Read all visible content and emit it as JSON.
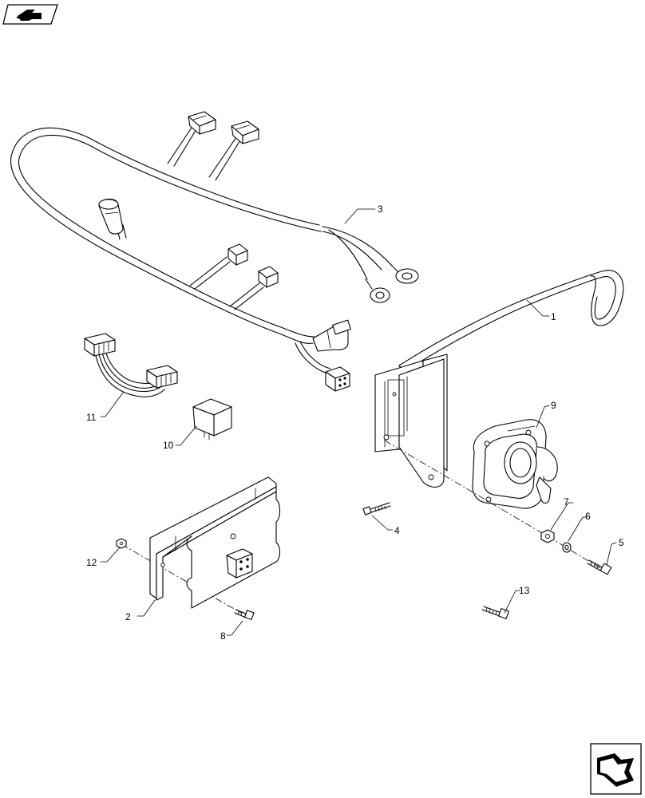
{
  "diagram": {
    "callouts": [
      {
        "id": "1",
        "label": "1"
      },
      {
        "id": "2",
        "label": "2"
      },
      {
        "id": "3",
        "label": "3"
      },
      {
        "id": "4",
        "label": "4"
      },
      {
        "id": "5",
        "label": "5"
      },
      {
        "id": "6",
        "label": "6"
      },
      {
        "id": "7",
        "label": "7"
      },
      {
        "id": "8",
        "label": "8"
      },
      {
        "id": "9",
        "label": "9"
      },
      {
        "id": "10",
        "label": "10"
      },
      {
        "id": "11",
        "label": "11"
      },
      {
        "id": "12",
        "label": "12"
      },
      {
        "id": "13",
        "label": "13"
      }
    ]
  },
  "nav": {
    "prev_icon": "back-arrow-icon",
    "next_icon": "forward-arrow-icon"
  }
}
